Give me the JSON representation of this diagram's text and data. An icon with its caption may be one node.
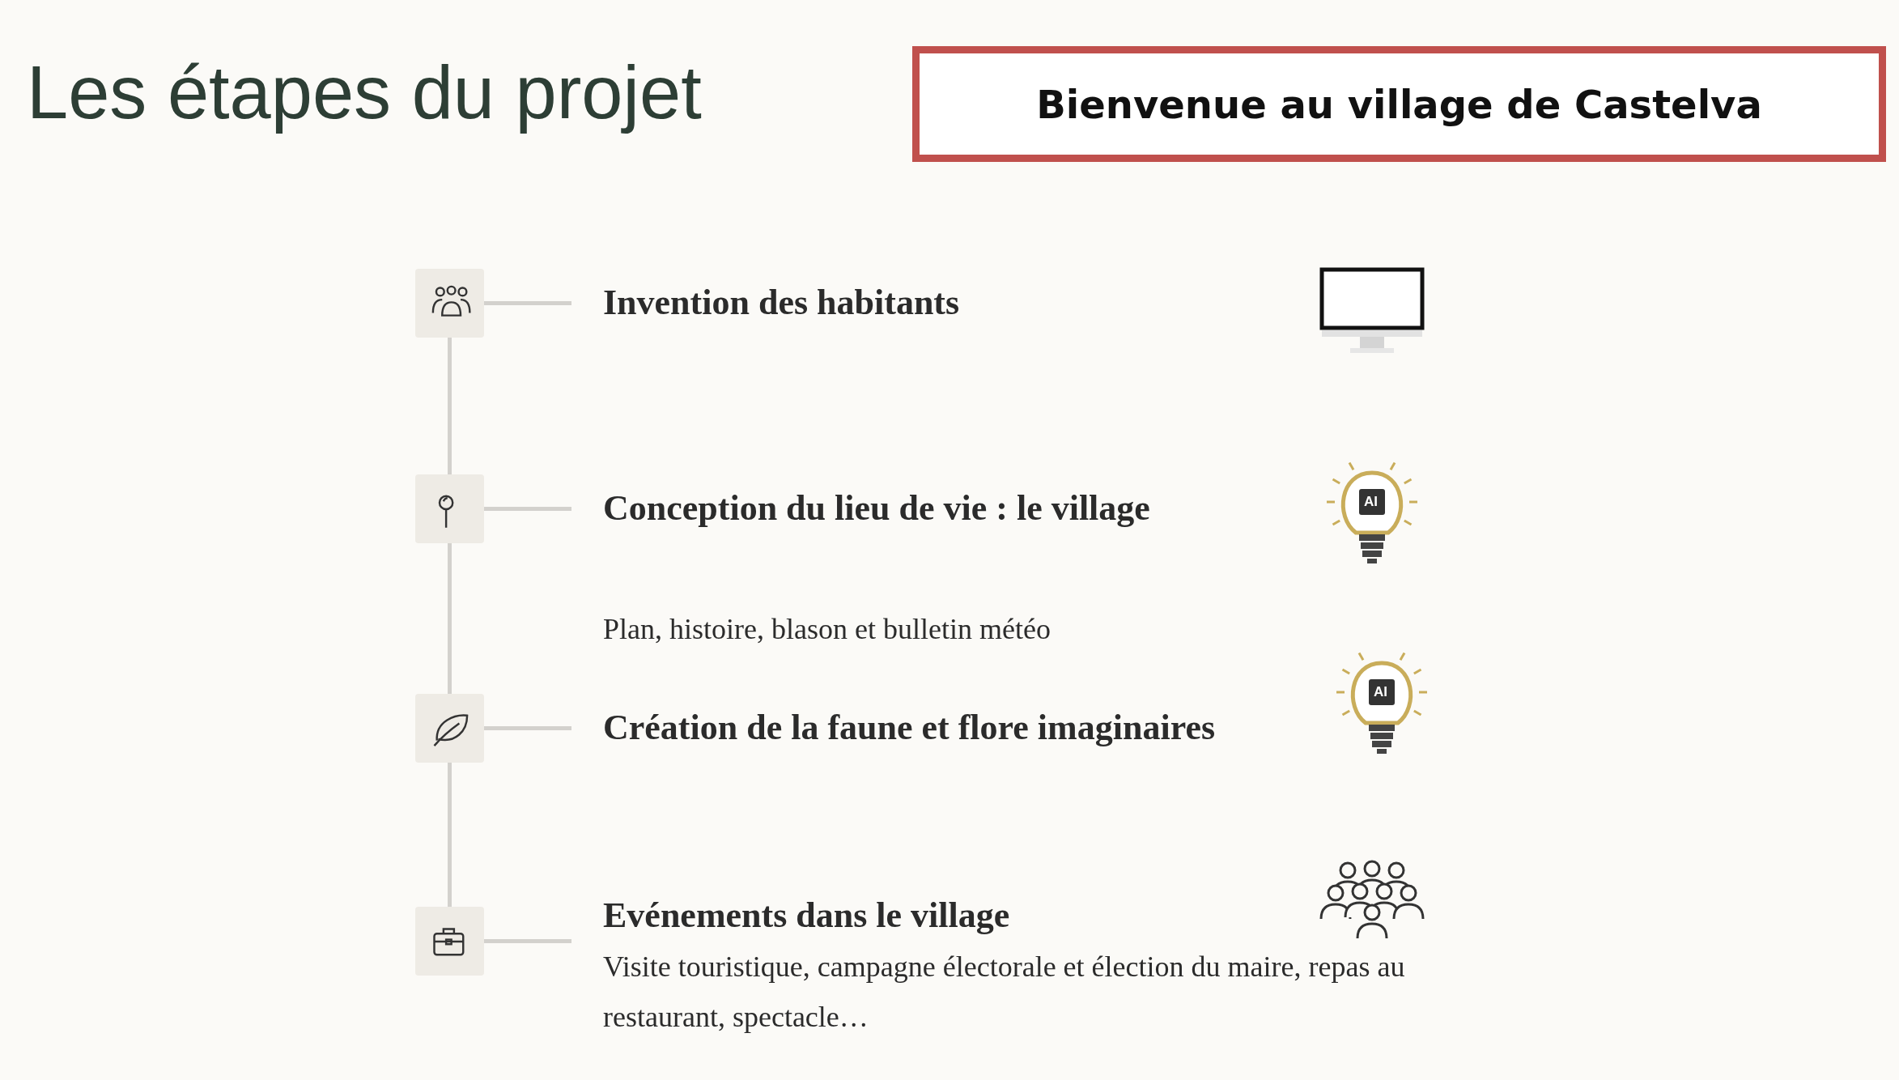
{
  "diagram": {
    "title": "Les étapes du projet",
    "nodes": [
      {
        "text": [
          "Bienvenue au village de Castelva"
        ]
      },
      {
        "text": [],
        "shape": "box"
      },
      {
        "text": [
          "Invention des habitants"
        ]
      },
      {
        "text": [],
        "shape": "box"
      },
      {
        "text": [
          "Conception du lieu de vie : le village",
          "Plan, histoire, blason et bulletin météo"
        ]
      },
      {
        "text": [],
        "shape": "box"
      },
      {
        "text": [
          "Création de la faune et flore imaginaires"
        ]
      },
      {
        "text": [],
        "shape": "box"
      },
      {
        "text": [
          "Evénements dans le village",
          "Visite touristique, campagne électorale et élection du maire, repas au restaurant, spectacle…"
        ]
      }
    ],
    "edges": [
      {
        "from": 1,
        "to": 2,
        "arrow": "none"
      },
      {
        "from": 3,
        "to": 4,
        "arrow": "none"
      },
      {
        "from": 5,
        "to": 6,
        "arrow": "none"
      },
      {
        "from": 7,
        "to": 8,
        "arrow": "none"
      },
      {
        "from": 1,
        "to": 3,
        "arrow": "none"
      },
      {
        "from": 3,
        "to": 5,
        "arrow": "none"
      },
      {
        "from": 5,
        "to": 7,
        "arrow": "none"
      }
    ],
    "labels": [
      "AI",
      "AI"
    ]
  }
}
